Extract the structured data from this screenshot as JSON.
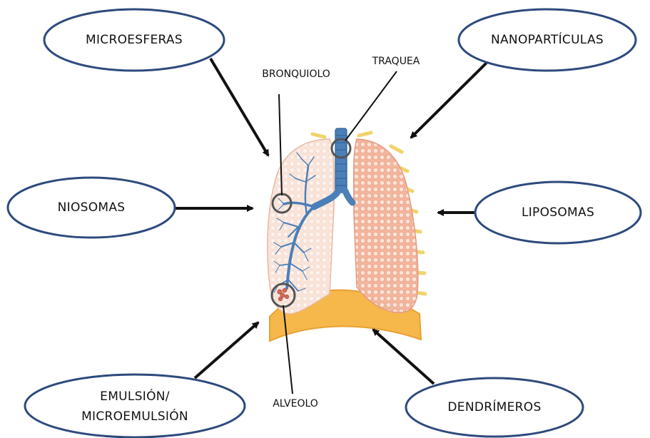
{
  "colors": {
    "oval_stroke": "#2e4a7d",
    "arrow": "#111111",
    "airway": "#4a7fb8",
    "lung_left": "#f7d6c8",
    "lung_right": "#f4b9a0",
    "diaphragm": "#f6b84a",
    "ribs": "#f2d36a"
  },
  "ovals": {
    "microesferas": "MICROESFERAS",
    "nanoparticulas": "NANOPARTÍCULAS",
    "niosomas": "NIOSOMAS",
    "liposomas": "LIPOSOMAS",
    "emulsion_line1": "EMULSIÓN/",
    "emulsion_line2": "MICROEMULSIÓN",
    "dendrimeros": "DENDRÍMEROS"
  },
  "anatomy_labels": {
    "bronquiolo": "BRONQUIOLO",
    "traquea": "TRAQUEA",
    "alveolo": "ALVEOLO"
  }
}
